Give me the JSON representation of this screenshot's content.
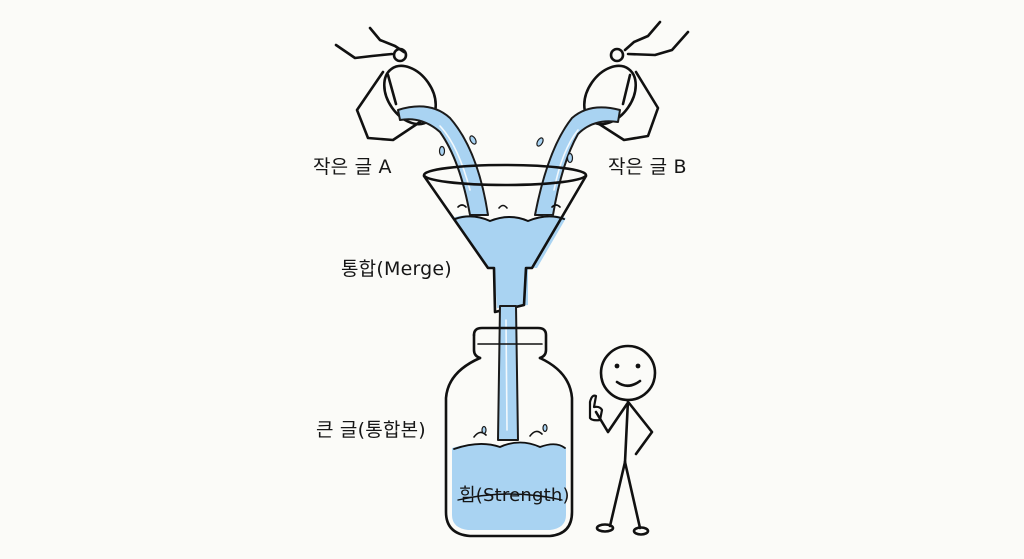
{
  "illustration": {
    "description": "Two small cups pour water into a funnel that merges into one large jar; a stick figure gives a thumbs up",
    "labels": {
      "small_text_a": "작은 글 A",
      "small_text_b": "작은 글 B",
      "merge": "통합(Merge)",
      "big_text": "큰 글(통합본)",
      "strength": "힘(Strength)"
    },
    "colors": {
      "background": "#fbfbf8",
      "water": "#a9d3f2",
      "ink": "#111111"
    },
    "elements": [
      "cup-a",
      "cup-b",
      "hand-a",
      "hand-b",
      "funnel",
      "jar",
      "stick-figure-thumbs-up"
    ]
  }
}
